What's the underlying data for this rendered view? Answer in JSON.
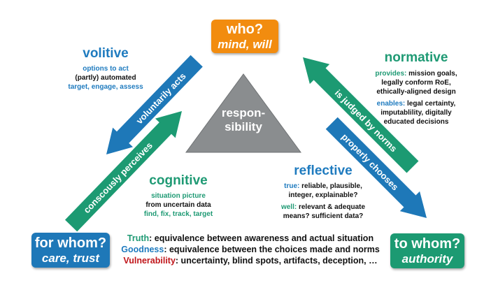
{
  "center": {
    "line1": "respon-",
    "line2": "sibility"
  },
  "boxes": {
    "who": {
      "title": "who?",
      "subtitle": "mind, will",
      "color": "#f28c0f"
    },
    "for_whom": {
      "title": "for whom?",
      "subtitle": "care, trust",
      "color": "#1e78b8"
    },
    "to_whom": {
      "title": "to whom?",
      "subtitle": "authority",
      "color": "#1c9a72"
    }
  },
  "arrows": {
    "voluntarily": "voluntarily acts",
    "perceives": "conscously perceives",
    "judged": "is judged by norms",
    "chooses": "properly chooses"
  },
  "volitive": {
    "heading": "volitive",
    "line1": "options to act",
    "line2": "(partly) automated",
    "line3": "target, engage, assess"
  },
  "cognitive": {
    "heading": "cognitive",
    "line1": "situation picture",
    "line2": "from uncertain data",
    "line3": "find, fix, track, target"
  },
  "normative": {
    "heading": "normative",
    "provides_label": "provides:",
    "provides_text1": " mission goals,",
    "provides_text2": "legally conform RoE,",
    "provides_text3": "ethically-aligned design",
    "enables_label": "enables:",
    "enables_text1": " legal certainty,",
    "enables_text2": "imputablility, digitally",
    "enables_text3": "educated decisions"
  },
  "reflective": {
    "heading": "reflective",
    "true_label": "true:",
    "true_text1": " reliable, plausible,",
    "true_text2": "integer, explainable?",
    "well_label": "well:",
    "well_text1": " relevant & adequate",
    "well_text2": "means? sufficient data?"
  },
  "bottom": {
    "truth_label": "Truth",
    "truth_text": ": equivalence between awareness and actual situation",
    "goodness_label": "Goodness",
    "goodness_text": ": equivalence between the choices made and norms",
    "vulnerability_label": "Vulnerability",
    "vulnerability_text": ": uncertainty, blind spots, artifacts, deception, …"
  },
  "colors": {
    "blue": "#1f7bbf",
    "teal": "#1f9a74",
    "orange": "#f28c0f",
    "gray": "#8a8d8f",
    "red": "#c0161b"
  }
}
